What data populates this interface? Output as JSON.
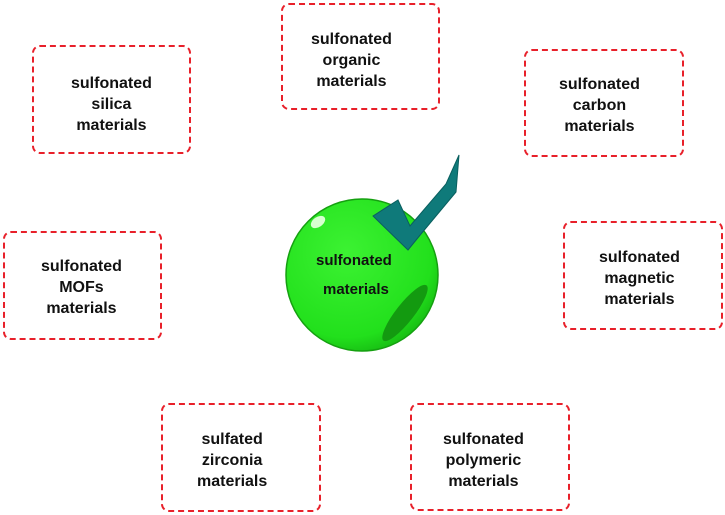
{
  "center": {
    "line1": "sulfonated",
    "line2": "materials",
    "sphere_color": "#22e01c",
    "check_color": "#0f7a7a",
    "check_icon": "checkmark-icon"
  },
  "box_border_color": "#e8202a",
  "boxes": {
    "organic": "sulfonated\norganic\nmaterials",
    "silica": "sulfonated\nsilica\nmaterials",
    "carbon": "sulfonated\ncarbon\nmaterials",
    "mofs": "sulfonated\nMOFs\nmaterials",
    "magnetic": "sulfonated\nmagnetic\nmaterials",
    "zirconia": "sulfated\nzirconia\nmaterials",
    "polymeric": "sulfonated\npolymeric\nmaterials"
  }
}
